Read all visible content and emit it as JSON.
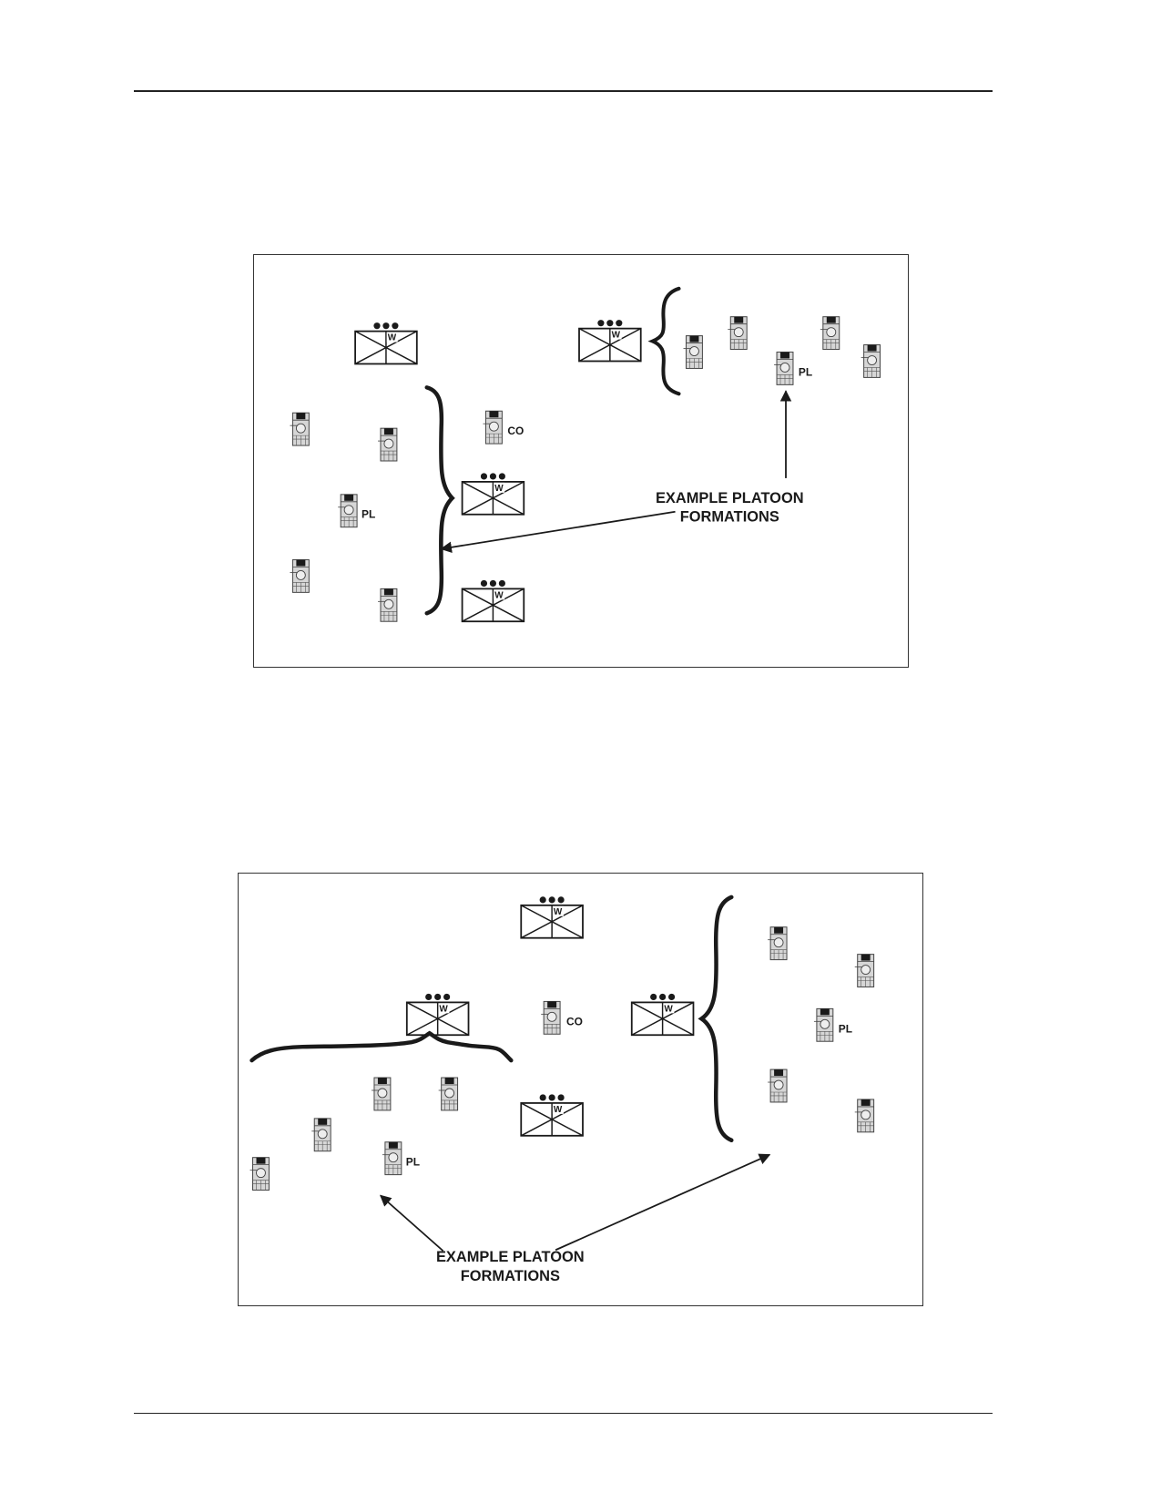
{
  "figures": [
    {
      "callout_line1": "EXAMPLE PLATOON",
      "callout_line2": "FORMATIONS",
      "unit_letter": "W",
      "leader_label": "PL",
      "company_label": "CO"
    },
    {
      "callout_line1": "EXAMPLE PLATOON",
      "callout_line2": "FORMATIONS",
      "unit_letter": "W",
      "leader_label": "PL",
      "company_label": "CO"
    }
  ]
}
